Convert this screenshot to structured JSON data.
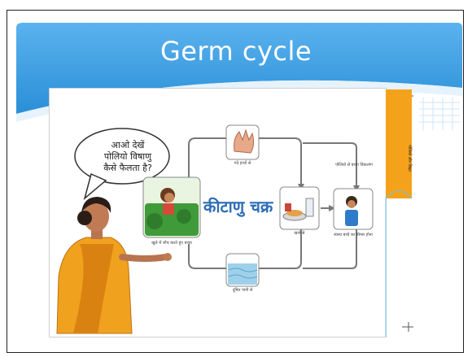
{
  "slide": {
    "title": "Germ cycle",
    "speech_bubble": [
      "आओ देखें",
      "पोलियो विषाणु",
      "कैसे फैलता है?"
    ],
    "cycle_title": "कीटाणु चक्र",
    "captions": {
      "hands": "गंदे हाथों से",
      "child_field": "खुले में शौच करते हुए बच्चा",
      "water": "दूषित पानी से",
      "food": "खाने से",
      "sick_child": "स्वस्थ बच्चे का बीमार होना",
      "top_right": "पोलियो से बच्चा विकलांग"
    },
    "side_label": "पोलियो और शिक्षा"
  },
  "colors": {
    "header_blue": "#2a8fd7",
    "header_blue_light": "#5bb2ee",
    "orange": "#f4a21b",
    "cycle_text_blue": "#2d6db5",
    "saree": "#f0a11e"
  }
}
